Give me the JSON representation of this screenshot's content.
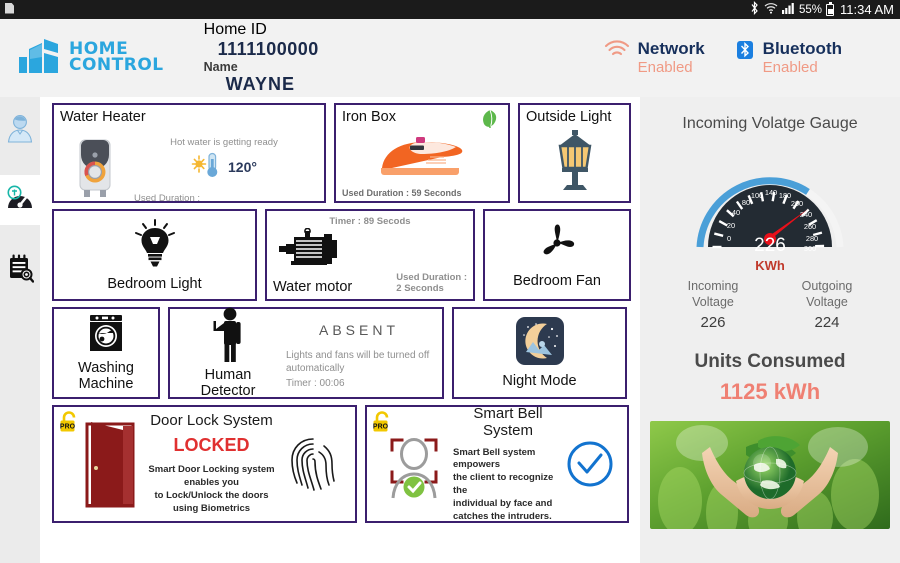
{
  "statusbar": {
    "doc_icon": "document-x-icon",
    "bluetooth_icon": "bluetooth-icon",
    "wifi_icon": "wifi-icon",
    "signal_icon": "cellular-signal-icon",
    "battery_text": "55%",
    "battery_icon": "battery-icon",
    "time": "11:34 AM"
  },
  "header": {
    "logo_line1": "HOME",
    "logo_line2": "CONTROL",
    "logo_icon": "home-control-logo",
    "home_id_label": "Home ID",
    "home_id_value": "1111100000",
    "name_label": "Name",
    "name_value": "WAYNE",
    "network": {
      "icon": "wifi-icon",
      "name": "Network",
      "status": "Enabled"
    },
    "bluetooth": {
      "icon": "bluetooth-icon",
      "name": "Bluetooth",
      "status": "Enabled"
    }
  },
  "sidebar": {
    "items": [
      {
        "icon": "user-profile-icon",
        "name": "profile"
      },
      {
        "icon": "speedometer-icon",
        "name": "dashboard"
      },
      {
        "icon": "report-search-icon",
        "name": "reports"
      }
    ]
  },
  "devices": {
    "water_heater": {
      "title": "Water Heater",
      "icon": "water-heater-icon",
      "message": "Hot water is getting ready",
      "temp_icon": "sun-thermometer-icon",
      "temperature": "120°",
      "duration": "Used Duration :"
    },
    "iron_box": {
      "title": "Iron Box",
      "icon": "iron-icon",
      "eco_icon": "green-leaf-icon",
      "duration": "Used Duration : 59 Seconds"
    },
    "outside_light": {
      "title": "Outside Light",
      "icon": "street-lamp-icon"
    },
    "bedroom_light": {
      "title": "Bedroom Light",
      "icon": "light-bulb-icon"
    },
    "water_motor": {
      "title": "Water motor",
      "icon": "electric-motor-icon",
      "timer": "Timer : 89 Secods",
      "duration_line1": "Used Duration :",
      "duration_line2": "2 Seconds"
    },
    "bedroom_fan": {
      "title": "Bedroom Fan",
      "icon": "ceiling-fan-icon"
    },
    "washing_machine": {
      "title_line1": "Washing",
      "title_line2": "Machine",
      "icon": "washing-machine-icon"
    },
    "human_detector": {
      "title": "Human Detector",
      "icon": "human-figure-icon",
      "state": "ABSENT",
      "note_line1": "Lights and fans will be turned off",
      "note_line2": "automatically",
      "timer": "Timer : 00:06"
    },
    "night_mode": {
      "title": "Night Mode",
      "icon": "moon-night-icon"
    },
    "door_lock": {
      "badge": "PRO",
      "badge_icon": "pro-lock-badge-icon",
      "icon": "open-door-icon",
      "title": "Door Lock System",
      "state": "LOCKED",
      "desc_line1": "Smart Door Locking system enables you",
      "desc_line2": "to Lock/Unlock the doors using Biometrics",
      "right_icon": "fingerprint-icon"
    },
    "smart_bell": {
      "badge": "PRO",
      "badge_icon": "pro-lock-badge-icon",
      "icon": "face-recognition-icon",
      "title": "Smart Bell System",
      "desc_line1": "Smart Bell system empowers",
      "desc_line2": "the client to recognize the",
      "desc_line3": "individual by face and",
      "desc_line4": "catches the intruders.",
      "right_icon": "check-circle-icon"
    }
  },
  "right_panel": {
    "gauge_title": "Incoming Volatge Gauge",
    "gauge_value": "226",
    "gauge_unit": "KWh",
    "incoming_label_line1": "Incoming",
    "incoming_label_line2": "Voltage",
    "incoming_value": "226",
    "outgoing_label_line1": "Outgoing",
    "outgoing_label_line2": "Voltage",
    "outgoing_value": "224",
    "units_title": "Units Consumed",
    "units_value": "1125 kWh",
    "eco_image": "hands-holding-green-earth-image"
  },
  "chart_data": {
    "type": "gauge",
    "title": "Incoming Volatge Gauge",
    "value": 226,
    "unit": "KWh",
    "min": 0,
    "max": 300,
    "tick_labels": [
      0,
      20,
      40,
      80,
      100,
      140,
      180,
      200,
      240,
      260,
      280,
      300
    ],
    "needle_color": "#e8101a",
    "arc_color": "#4a9fd8",
    "face_color": "#232b33"
  },
  "colors": {
    "card_border": "#3b1f6e",
    "accent_blue": "#2ba6de",
    "status_salmon": "#f09a85",
    "danger_red": "#e03030",
    "units_red": "#ef8073",
    "navy": "#17305c"
  }
}
